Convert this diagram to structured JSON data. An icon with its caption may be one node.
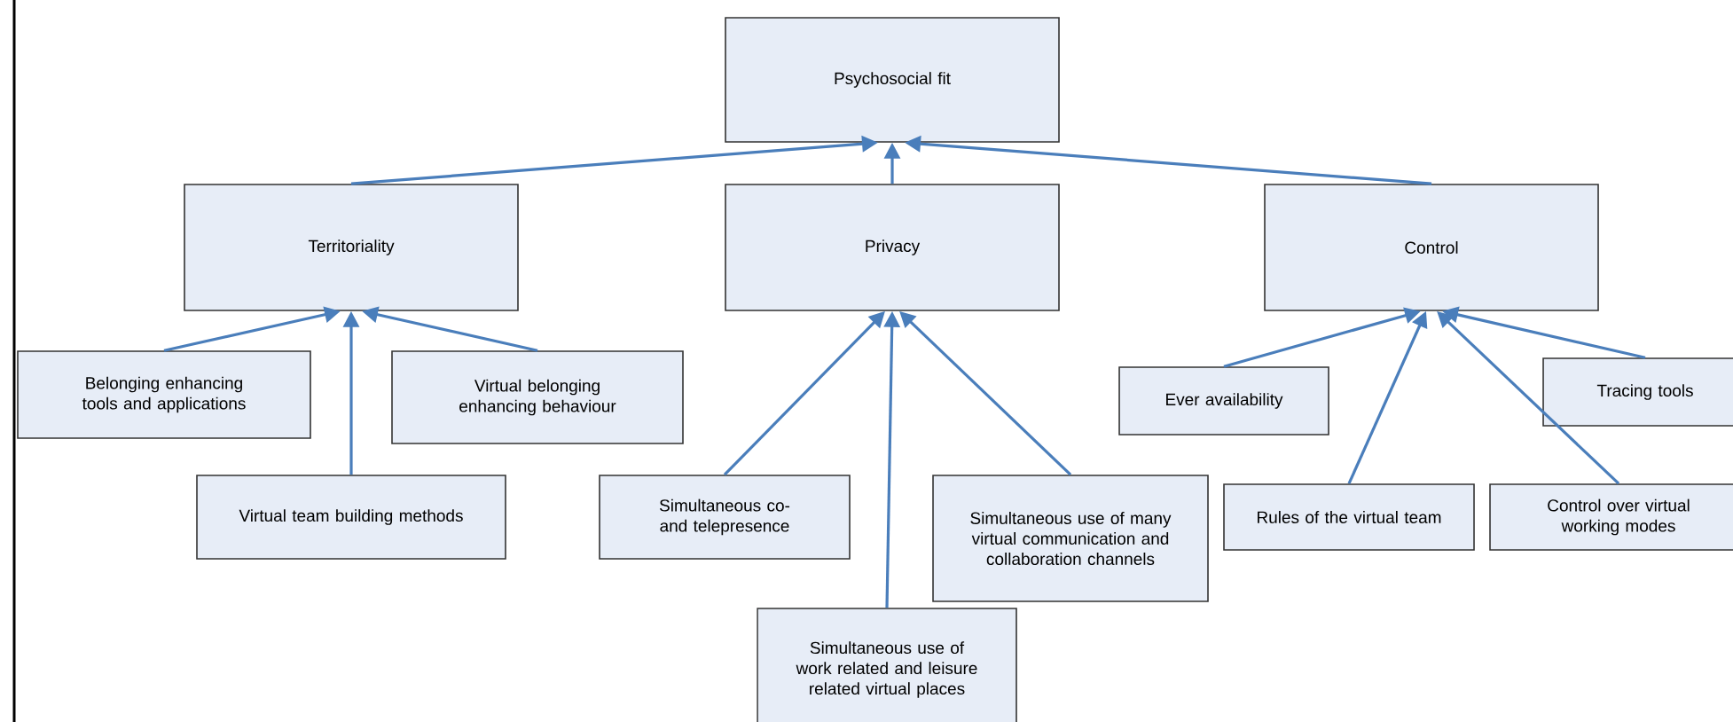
{
  "diagram": {
    "nodes": [
      {
        "text": [
          "Psychosocial fit"
        ]
      },
      {
        "text": [
          "Territoriality"
        ]
      },
      {
        "text": [
          "Privacy"
        ]
      },
      {
        "text": [
          "Control"
        ]
      },
      {
        "text": [
          "Belonging enhancing tools and applications"
        ]
      },
      {
        "text": [
          "Virtual belonging enhancing behaviour"
        ]
      },
      {
        "text": [
          "Virtual team building methods"
        ]
      },
      {
        "text": [
          "Simultaneous co- and telepresence"
        ]
      },
      {
        "text": [
          "Simultaneous use of many virtual communication and collaboration channels"
        ]
      },
      {
        "text": [
          "Simultaneous use of work related and leisure related virtual places"
        ]
      },
      {
        "text": [
          "Ever availability"
        ]
      },
      {
        "text": [
          "Tracing tools"
        ]
      },
      {
        "text": [
          "Rules of the virtual team"
        ]
      },
      {
        "text": [
          "Control over virtual working modes"
        ]
      }
    ],
    "edges": [
      {
        "from": 1,
        "to": 0,
        "arrow": "to"
      },
      {
        "from": 2,
        "to": 0,
        "arrow": "to"
      },
      {
        "from": 3,
        "to": 0,
        "arrow": "to"
      },
      {
        "from": 4,
        "to": 1,
        "arrow": "to"
      },
      {
        "from": 6,
        "to": 1,
        "arrow": "to"
      },
      {
        "from": 5,
        "to": 1,
        "arrow": "to"
      },
      {
        "from": 7,
        "to": 2,
        "arrow": "to"
      },
      {
        "from": 9,
        "to": 2,
        "arrow": "to"
      },
      {
        "from": 8,
        "to": 2,
        "arrow": "to"
      },
      {
        "from": 10,
        "to": 3,
        "arrow": "to"
      },
      {
        "from": 12,
        "to": 3,
        "arrow": "to"
      },
      {
        "from": 13,
        "to": 3,
        "arrow": "to"
      },
      {
        "from": 11,
        "to": 3,
        "arrow": "to"
      }
    ]
  }
}
